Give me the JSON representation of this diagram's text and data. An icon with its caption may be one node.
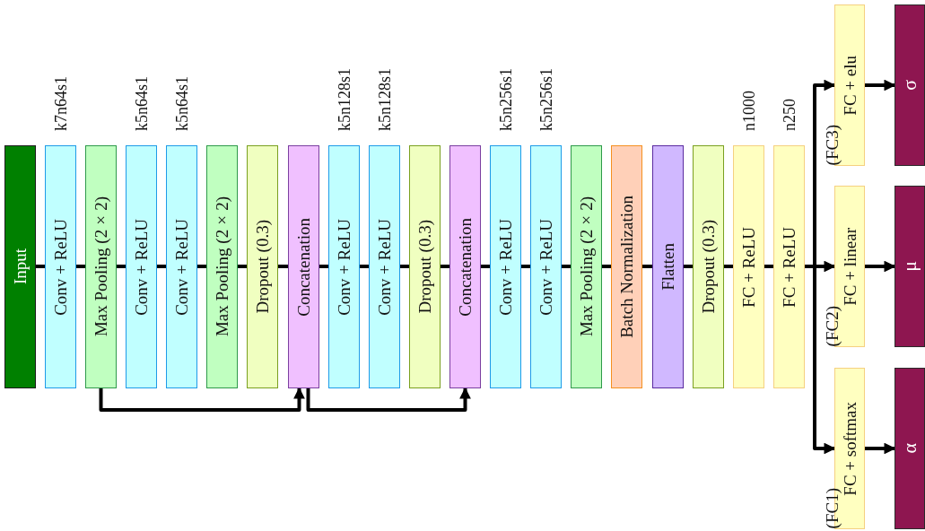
{
  "diagram": {
    "nodes": [
      {
        "text": [
          "Input"
        ]
      },
      {
        "text": [
          "Conv + ReLU"
        ],
        "beside": [
          "k7n64s1"
        ]
      },
      {
        "text": [
          "Max Pooling (2×2)"
        ]
      },
      {
        "text": [
          "Conv + ReLU"
        ],
        "beside": [
          "k5n64s1"
        ]
      },
      {
        "text": [
          "Conv + ReLU"
        ],
        "beside": [
          "k5n64s1"
        ]
      },
      {
        "text": [
          "Max Pooling (2×2)"
        ]
      },
      {
        "text": [
          "Dropout (0.3)"
        ]
      },
      {
        "text": [
          "Concatenation"
        ]
      },
      {
        "text": [
          "Conv + ReLU"
        ],
        "beside": [
          "k5n128s1"
        ]
      },
      {
        "text": [
          "Conv + ReLU"
        ],
        "beside": [
          "k5n128s1"
        ]
      },
      {
        "text": [
          "Dropout (0.3)"
        ]
      },
      {
        "text": [
          "Concatenation"
        ]
      },
      {
        "text": [
          "Conv + ReLU"
        ],
        "beside": [
          "k5n256s1"
        ]
      },
      {
        "text": [
          "Conv + ReLU"
        ],
        "beside": [
          "k5n256s1"
        ]
      },
      {
        "text": [
          "Max Pooling (2×2)"
        ]
      },
      {
        "text": [
          "Batch Normalization"
        ]
      },
      {
        "text": [
          "Flatten"
        ]
      },
      {
        "text": [
          "Dropout (0.3)"
        ]
      },
      {
        "text": [
          "FC + ReLU"
        ],
        "beside": [
          "n1000"
        ]
      },
      {
        "text": [
          "FC + ReLU"
        ],
        "beside": [
          "n250"
        ]
      },
      {
        "text": [
          "(FC3)",
          "FC + elu"
        ]
      },
      {
        "text": [
          "(FC2)",
          "FC + linear"
        ]
      },
      {
        "text": [
          "(FC1)",
          "FC + softmax"
        ]
      },
      {
        "text": [
          "σ"
        ]
      },
      {
        "text": [
          "μ"
        ]
      },
      {
        "text": [
          "α"
        ]
      }
    ],
    "edges": [
      {
        "from": 0,
        "to": 1,
        "arrow": "none"
      },
      {
        "from": 1,
        "to": 2,
        "arrow": "none"
      },
      {
        "from": 2,
        "to": 3,
        "arrow": "none"
      },
      {
        "from": 3,
        "to": 4,
        "arrow": "none"
      },
      {
        "from": 4,
        "to": 5,
        "arrow": "none"
      },
      {
        "from": 5,
        "to": 6,
        "arrow": "none"
      },
      {
        "from": 6,
        "to": 7,
        "arrow": "none"
      },
      {
        "from": 7,
        "to": 8,
        "arrow": "none"
      },
      {
        "from": 8,
        "to": 9,
        "arrow": "none"
      },
      {
        "from": 9,
        "to": 10,
        "arrow": "none"
      },
      {
        "from": 10,
        "to": 11,
        "arrow": "none"
      },
      {
        "from": 11,
        "to": 12,
        "arrow": "none"
      },
      {
        "from": 12,
        "to": 13,
        "arrow": "none"
      },
      {
        "from": 13,
        "to": 14,
        "arrow": "none"
      },
      {
        "from": 14,
        "to": 15,
        "arrow": "none"
      },
      {
        "from": 15,
        "to": 16,
        "arrow": "none"
      },
      {
        "from": 16,
        "to": 17,
        "arrow": "none"
      },
      {
        "from": 17,
        "to": 18,
        "arrow": "none"
      },
      {
        "from": 18,
        "to": 19,
        "arrow": "none"
      },
      {
        "from": 2,
        "to": 7,
        "arrow": "to"
      },
      {
        "from": 7,
        "to": 11,
        "arrow": "to"
      },
      {
        "from": 19,
        "to": 20,
        "arrow": "to"
      },
      {
        "from": 19,
        "to": 21,
        "arrow": "to"
      },
      {
        "from": 19,
        "to": 22,
        "arrow": "to"
      },
      {
        "from": 20,
        "to": 23,
        "arrow": "to"
      },
      {
        "from": 21,
        "to": 24,
        "arrow": "to"
      },
      {
        "from": 22,
        "to": 25,
        "arrow": "to"
      }
    ]
  }
}
